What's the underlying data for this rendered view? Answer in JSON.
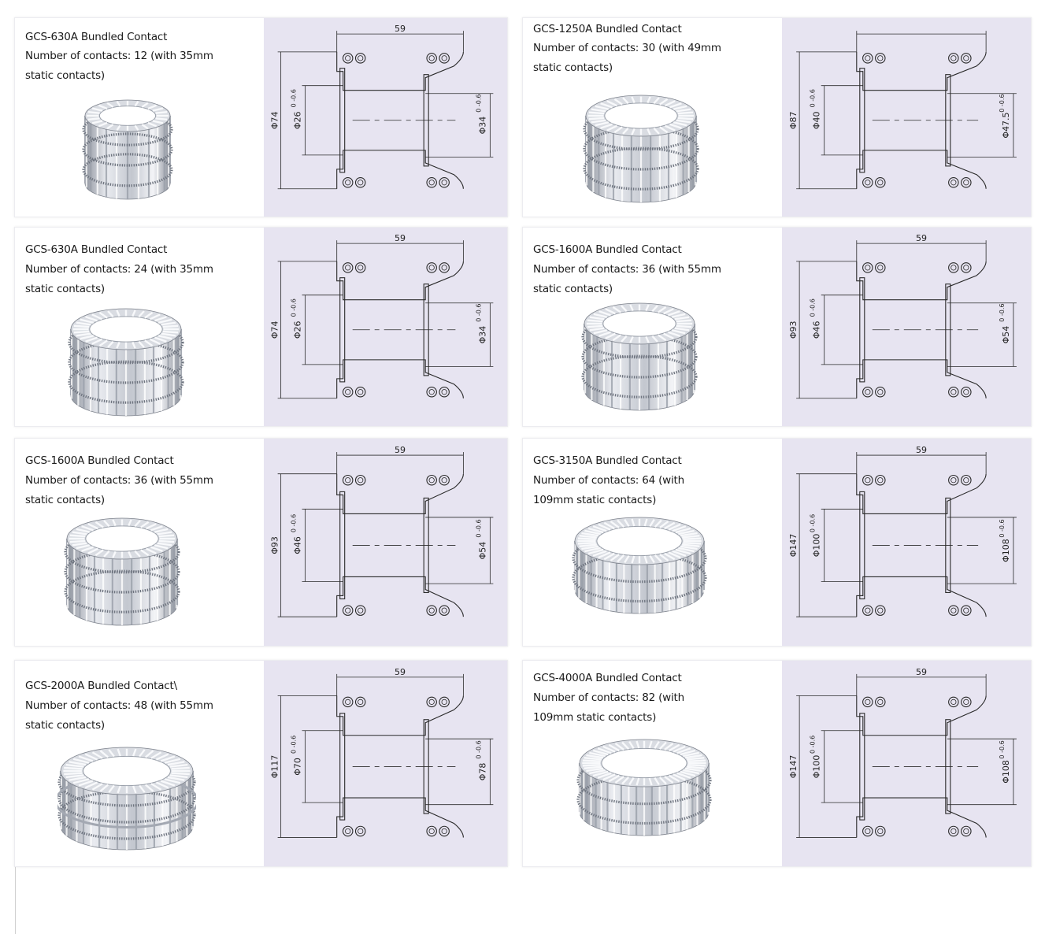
{
  "colors": {
    "drawing_bg": "#e7e4f1",
    "card_bg": "#ffffff",
    "line": "#2a2a2a",
    "metal": "#b8bcc6"
  },
  "cards": [
    {
      "title": "GCS-630A Bundled Contact",
      "description": "Number of contacts: 12 (with 35mm static contacts)",
      "photo_variant": "small",
      "drawing": {
        "width_dim": "59",
        "outer_dia": "Φ74",
        "inner_dia": "Φ26",
        "inner_tol": "0 -0.6",
        "right_dia": "Φ34",
        "right_tol": "0 -0.6"
      }
    },
    {
      "title": "GCS-1250A Bundled Contact",
      "description": "Number of contacts: 30 (with 49mm static contacts)",
      "photo_variant": "medium",
      "drawing": {
        "width_dim": "",
        "outer_dia": "Φ87",
        "inner_dia": "Φ40",
        "inner_tol": "0 -0.6",
        "right_dia": "Φ47.5",
        "right_tol": "0 -0.6"
      }
    },
    {
      "title": "GCS-630A Bundled Contact",
      "description": "Number of contacts: 24 (with 35mm static contacts)",
      "photo_variant": "medium",
      "drawing": {
        "width_dim": "59",
        "outer_dia": "Φ74",
        "inner_dia": "Φ26",
        "inner_tol": "0 -0.6",
        "right_dia": "Φ34",
        "right_tol": "0 -0.6"
      }
    },
    {
      "title": "GCS-1600A Bundled Contact",
      "description": "Number of contacts: 36 (with 55mm static contacts)",
      "photo_variant": "medium",
      "drawing": {
        "width_dim": "59",
        "outer_dia": "Φ93",
        "inner_dia": "Φ46",
        "inner_tol": "0 -0.6",
        "right_dia": "Φ54",
        "right_tol": "0 -0.6"
      }
    },
    {
      "title": "GCS-1600A Bundled Contact",
      "description": "Number of contacts: 36 (with 55mm static contacts)",
      "photo_variant": "medium",
      "drawing": {
        "width_dim": "59",
        "outer_dia": "Φ93",
        "inner_dia": "Φ46",
        "inner_tol": "0 -0.6",
        "right_dia": "Φ54",
        "right_tol": "0 -0.6"
      }
    },
    {
      "title": "GCS-3150A Bundled Contact",
      "description": "Number of contacts: 64 (with 109mm static contacts)",
      "photo_variant": "wide",
      "drawing": {
        "width_dim": "59",
        "outer_dia": "Φ147",
        "inner_dia": "Φ100",
        "inner_tol": "0 -0.6",
        "right_dia": "Φ108",
        "right_tol": "0 -0.6"
      }
    },
    {
      "title": "GCS-2000A Bundled Contact\\",
      "description": "Number of contacts: 48 (with 55mm static contacts)",
      "photo_variant": "flange",
      "drawing": {
        "width_dim": "59",
        "outer_dia": "Φ117",
        "inner_dia": "Φ70",
        "inner_tol": "0 -0.6",
        "right_dia": "Φ78",
        "right_tol": "0 -0.6"
      }
    },
    {
      "title": "GCS-4000A Bundled Contact",
      "description": "Number of contacts: 82 (with 109mm static contacts)",
      "photo_variant": "wide",
      "drawing": {
        "width_dim": "59",
        "outer_dia": "Φ147",
        "inner_dia": "Φ100",
        "inner_tol": "0 -0.6",
        "right_dia": "Φ108",
        "right_tol": "0 -0.6"
      }
    }
  ]
}
